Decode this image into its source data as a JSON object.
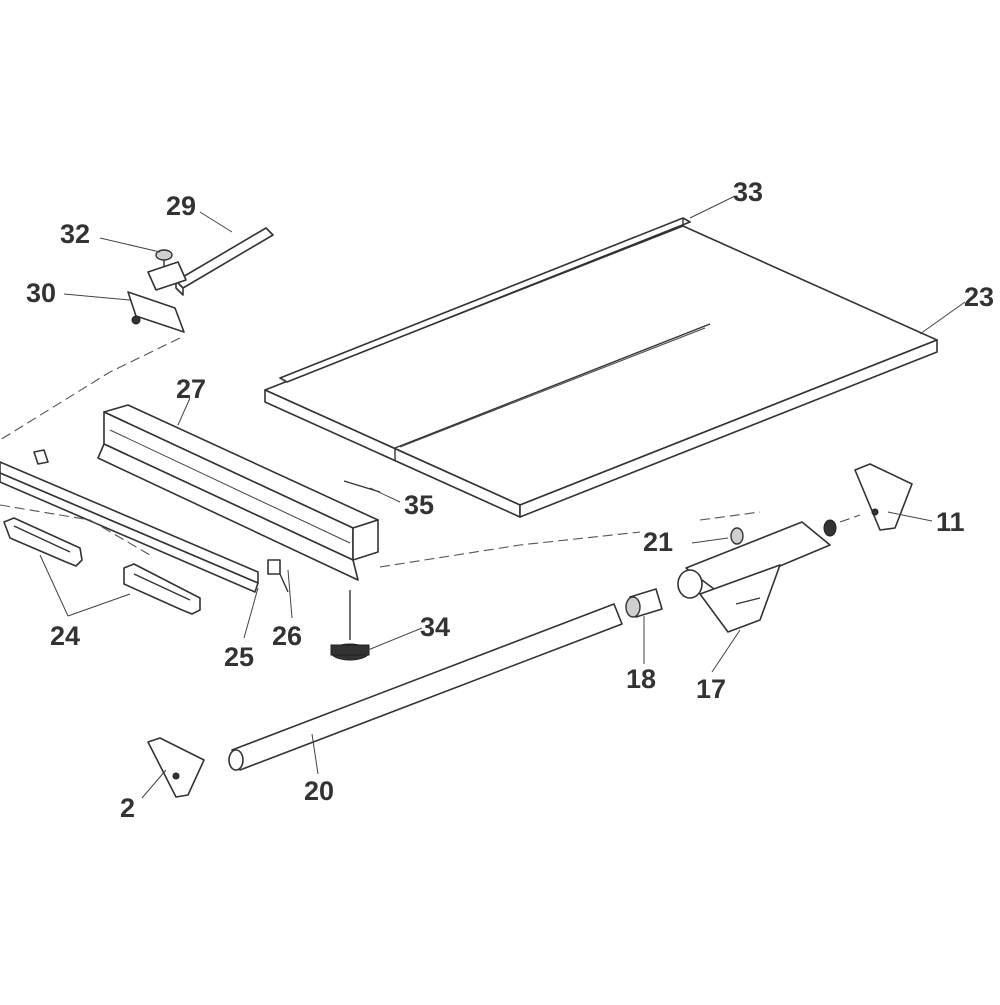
{
  "diagram": {
    "callouts": [
      {
        "id": "c33",
        "label": "33"
      },
      {
        "id": "c23",
        "label": "23"
      },
      {
        "id": "c29",
        "label": "29"
      },
      {
        "id": "c32",
        "label": "32"
      },
      {
        "id": "c30",
        "label": "30"
      },
      {
        "id": "c27",
        "label": "27"
      },
      {
        "id": "c35",
        "label": "35"
      },
      {
        "id": "c11",
        "label": "11"
      },
      {
        "id": "c21",
        "label": "21"
      },
      {
        "id": "c24",
        "label": "24"
      },
      {
        "id": "c25",
        "label": "25"
      },
      {
        "id": "c26",
        "label": "26"
      },
      {
        "id": "c34",
        "label": "34"
      },
      {
        "id": "c18",
        "label": "18"
      },
      {
        "id": "c17",
        "label": "17"
      },
      {
        "id": "c20",
        "label": "20"
      },
      {
        "id": "c2",
        "label": "2"
      }
    ]
  }
}
